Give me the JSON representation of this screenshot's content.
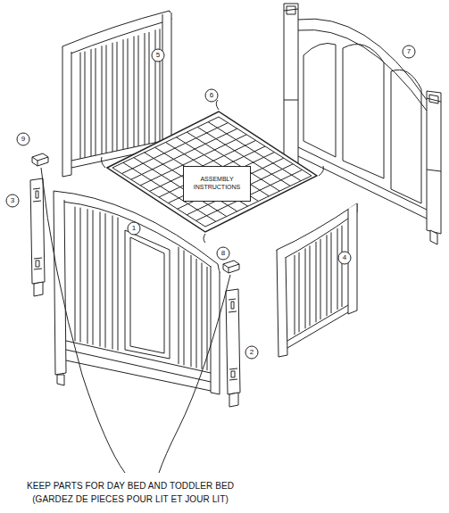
{
  "diagram": {
    "nodes": [
      {
        "text": [
          "ASSEMBLY INSTRUCTIONS"
        ]
      }
    ],
    "labels": [
      "5",
      "7",
      "9",
      "6",
      "3",
      "1",
      "8",
      "4",
      "2",
      "KEEP PARTS FOR DAY BED AND TODDLER BED",
      "(GARDEZ DE PIECES POUR LIT ET JOUR LIT)"
    ]
  }
}
